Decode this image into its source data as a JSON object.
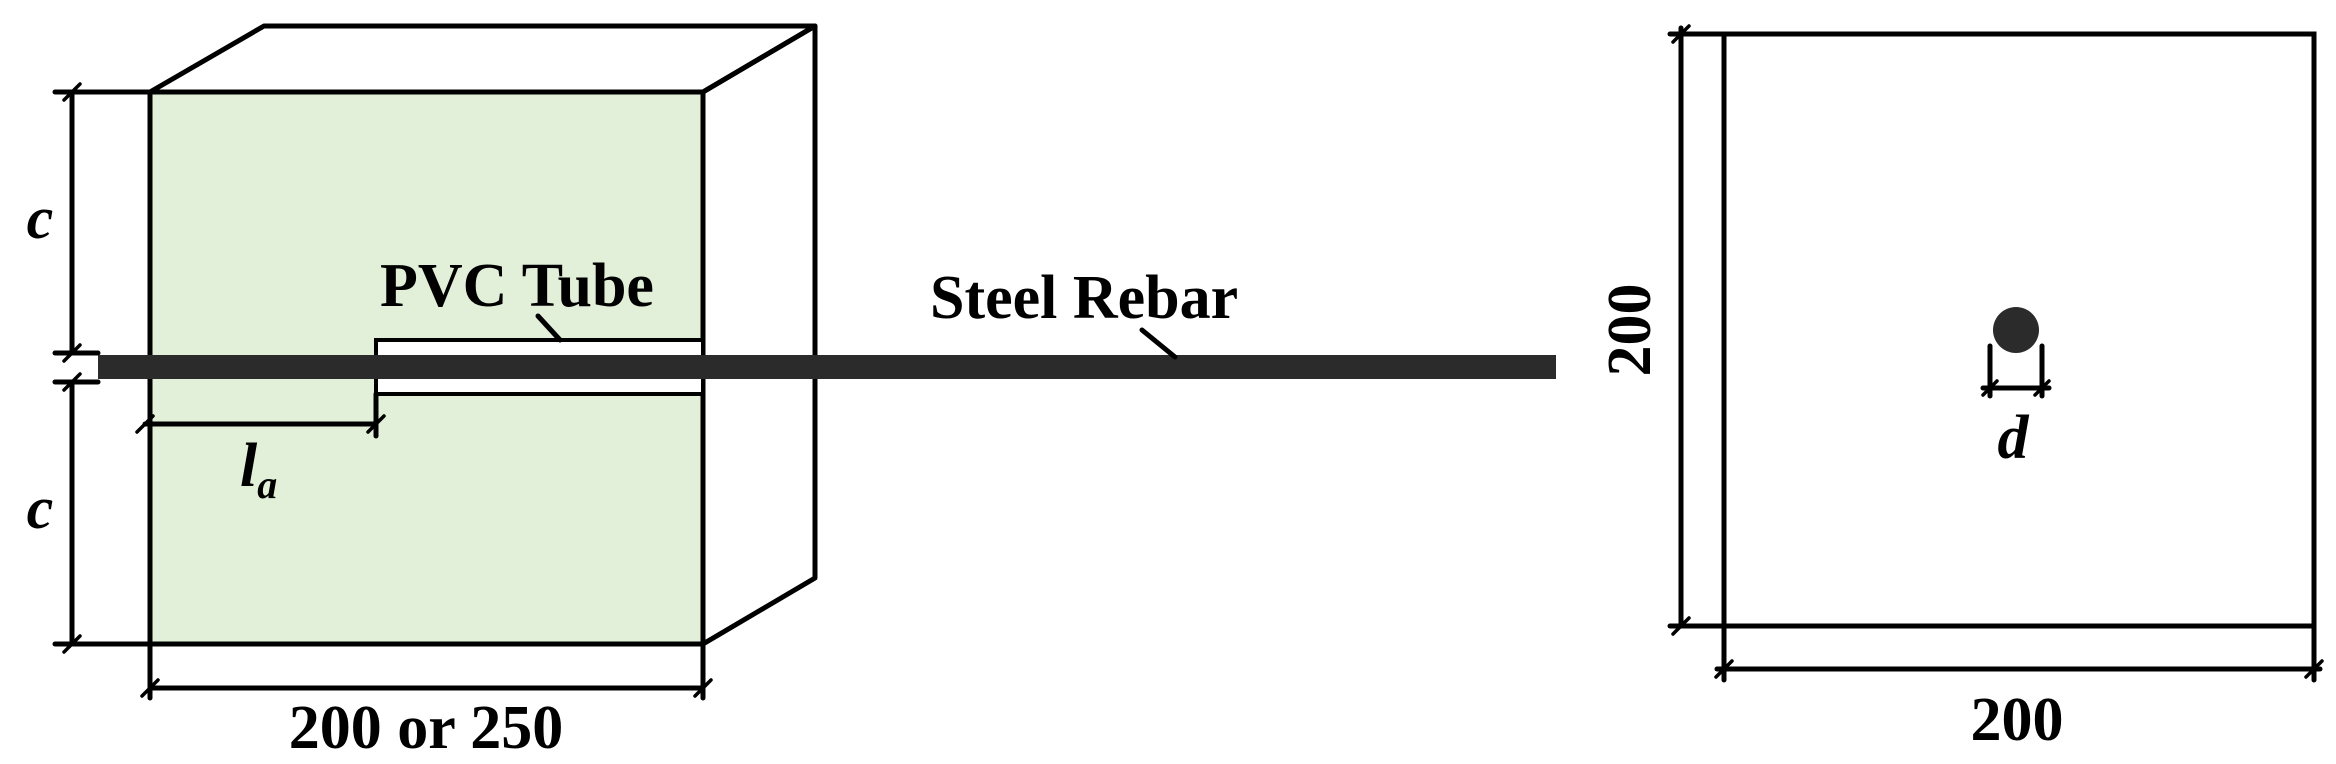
{
  "labels": {
    "cover_top": "c",
    "cover_bottom": "c",
    "anchor_length_main": "l",
    "anchor_length_sub": "a",
    "pvc": "PVC Tube",
    "rebar": "Steel Rebar",
    "length": "200 or 250",
    "section_height": "200",
    "section_width": "200",
    "diameter": "d"
  },
  "colors": {
    "concrete_fill": "#e2efd9",
    "rebar": "#2b2b2b",
    "line": "#000000"
  }
}
